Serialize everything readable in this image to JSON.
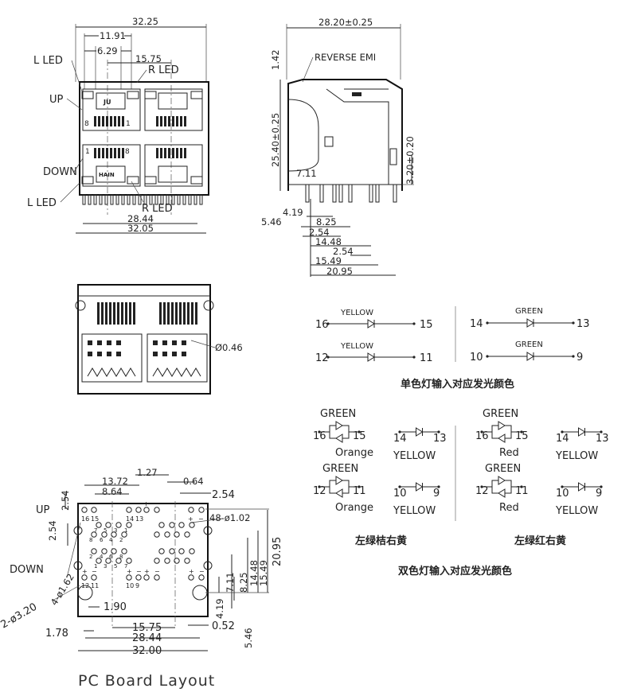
{
  "front_view": {
    "dims": {
      "overall_top": "32.25",
      "d1": "11.91",
      "d2": "6.29",
      "d3": "15.75",
      "bottom_inner": "28.44",
      "bottom_outer": "32.05"
    },
    "labels": {
      "l_led_top": "L LED",
      "r_led_top": "R LED",
      "up": "UP",
      "down": "DOWN",
      "l_led_bottom": "L LED",
      "r_led_bottom": "R LED"
    },
    "pin_numbers": {
      "top_left": "8",
      "top_right": "1",
      "bottom_left": "1",
      "bottom_right": "8"
    },
    "logo_top": "JU",
    "logo_bottom": "HAIN"
  },
  "side_view": {
    "dims": {
      "width": "28.20±0.25",
      "tab": "1.42",
      "height": "25.40±0.25",
      "standoff": "3.20±0.20",
      "d711": "7.11",
      "d419": "4.19",
      "d546": "5.46",
      "d825": "8.25",
      "d254a": "2.54",
      "d1448": "14.48",
      "d254b": "2.54",
      "d1549": "15.49",
      "d2095": "20.95"
    },
    "label_emi": "REVERSE EMI"
  },
  "bottom_view": {
    "dim_hole": "Ø0.46"
  },
  "single_led": {
    "left": [
      {
        "color": "YELLOW",
        "a": "16",
        "b": "15"
      },
      {
        "color": "YELLOW",
        "a": "12",
        "b": "11"
      }
    ],
    "right": [
      {
        "color": "GREEN",
        "a": "14",
        "b": "13"
      },
      {
        "color": "GREEN",
        "a": "10",
        "b": "9"
      }
    ],
    "caption": "单色灯输入对应发光颜色"
  },
  "dual_led": {
    "left": {
      "bi": [
        {
          "top": "GREEN",
          "bottom": "Orange",
          "a": "16",
          "b": "15"
        },
        {
          "top": "GREEN",
          "bottom": "Orange",
          "a": "12",
          "b": "11"
        }
      ],
      "single": [
        {
          "color": "YELLOW",
          "a": "14",
          "b": "13"
        },
        {
          "color": "YELLOW",
          "a": "10",
          "b": "9"
        }
      ],
      "caption": "左绿桔右黄"
    },
    "right": {
      "bi": [
        {
          "top": "GREEN",
          "bottom": "Red",
          "a": "16",
          "b": "15"
        },
        {
          "top": "GREEN",
          "bottom": "Red",
          "a": "12",
          "b": "11"
        }
      ],
      "single": [
        {
          "color": "YELLOW",
          "a": "14",
          "b": "13"
        },
        {
          "color": "YELLOW",
          "a": "10",
          "b": "9"
        }
      ],
      "caption": "左绿红右黄"
    },
    "caption": "双色灯输入对应发光颜色"
  },
  "pcb": {
    "title": "PC Board Layout",
    "dims": {
      "d1372": "13.72",
      "d864": "8.64",
      "d127": "1.27",
      "d064": "0.64",
      "d254top": "2.54",
      "d254v1": "2.54",
      "d254v2": "2.54",
      "holes48": "48-ø1.02",
      "holes4": "4-ø1.62",
      "holes2": "2-ø3.20",
      "d190": "1.90",
      "d178": "1.78",
      "d1575": "15.75",
      "d2844": "28.44",
      "d3200": "32.00",
      "d052": "0.52",
      "d711": "7.11",
      "d825": "8.25",
      "d1448": "14.48",
      "d1549": "15.49",
      "d2095": "20.95",
      "d419": "4.19",
      "d546": "5.46"
    },
    "labels": {
      "up": "UP",
      "down": "DOWN"
    },
    "pin_labels": [
      "16",
      "15",
      "14",
      "13",
      "12",
      "11",
      "10",
      "9",
      "+",
      "−",
      "+",
      "−",
      "+",
      "−",
      "+",
      "−",
      "+",
      "−",
      "+",
      "−"
    ],
    "port_pins": [
      "7",
      "5",
      "3",
      "1",
      "8",
      "6",
      "4",
      "2",
      "2",
      "4",
      "6",
      "8",
      "1",
      "3",
      "5",
      "7"
    ]
  }
}
